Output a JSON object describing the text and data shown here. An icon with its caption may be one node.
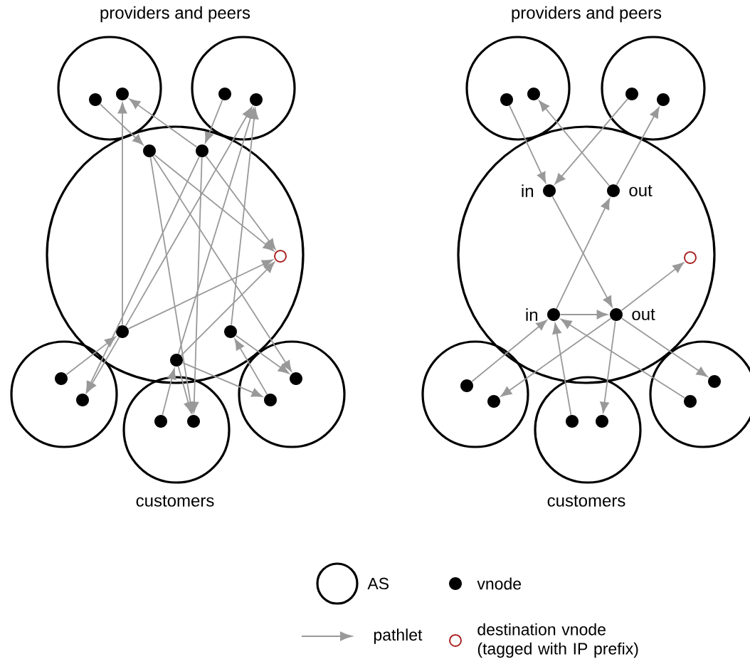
{
  "diagram": {
    "nodes": [
      {
        "text": [],
        "shape": "circle"
      },
      {
        "text": [],
        "shape": "dot",
        "in": 0
      },
      {
        "text": [],
        "shape": "dot",
        "in": 0
      },
      {
        "text": [],
        "shape": "circle"
      },
      {
        "text": [],
        "shape": "dot",
        "in": 3
      },
      {
        "text": [],
        "shape": "dot",
        "in": 3
      },
      {
        "text": [],
        "shape": "circle"
      },
      {
        "text": [],
        "shape": "dot",
        "in": 6
      },
      {
        "text": [],
        "shape": "dot",
        "in": 6
      },
      {
        "text": [],
        "shape": "ring",
        "in": 6
      },
      {
        "text": [],
        "shape": "dot",
        "in": 6
      },
      {
        "text": [],
        "shape": "dot",
        "in": 6
      },
      {
        "text": [],
        "shape": "dot",
        "in": 6
      },
      {
        "text": [],
        "shape": "circle"
      },
      {
        "text": [],
        "shape": "dot",
        "in": 13
      },
      {
        "text": [],
        "shape": "dot",
        "in": 13
      },
      {
        "text": [],
        "shape": "circle"
      },
      {
        "text": [],
        "shape": "dot",
        "in": 16
      },
      {
        "text": [],
        "shape": "dot",
        "in": 16
      },
      {
        "text": [],
        "shape": "circle"
      },
      {
        "text": [],
        "shape": "dot",
        "in": 19
      },
      {
        "text": [],
        "shape": "dot",
        "in": 19
      },
      {
        "text": [],
        "shape": "circle"
      },
      {
        "text": [],
        "shape": "dot",
        "in": 22
      },
      {
        "text": [],
        "shape": "dot",
        "in": 22
      },
      {
        "text": [],
        "shape": "circle"
      },
      {
        "text": [],
        "shape": "dot",
        "in": 25
      },
      {
        "text": [],
        "shape": "dot",
        "in": 25
      },
      {
        "text": [],
        "shape": "circle"
      },
      {
        "text": [],
        "shape": "dot",
        "in": 28,
        "beside": [
          "in"
        ]
      },
      {
        "text": [],
        "shape": "dot",
        "in": 28,
        "beside": [
          "out"
        ]
      },
      {
        "text": [],
        "shape": "ring",
        "in": 28
      },
      {
        "text": [],
        "shape": "dot",
        "in": 28,
        "beside": [
          "in"
        ]
      },
      {
        "text": [],
        "shape": "dot",
        "in": 28,
        "beside": [
          "out"
        ]
      },
      {
        "text": [],
        "shape": "circle"
      },
      {
        "text": [],
        "shape": "dot",
        "in": 34
      },
      {
        "text": [],
        "shape": "dot",
        "in": 34
      },
      {
        "text": [],
        "shape": "circle"
      },
      {
        "text": [],
        "shape": "dot",
        "in": 37
      },
      {
        "text": [],
        "shape": "dot",
        "in": 37
      },
      {
        "text": [],
        "shape": "circle"
      },
      {
        "text": [],
        "shape": "dot",
        "in": 40
      },
      {
        "text": [],
        "shape": "dot",
        "in": 40
      }
    ],
    "edges": [
      {
        "from": 1,
        "to": 7,
        "arrow": "to"
      },
      {
        "from": 4,
        "to": 8,
        "arrow": "to"
      },
      {
        "from": 10,
        "to": 2,
        "arrow": "to"
      },
      {
        "from": 8,
        "to": 2,
        "arrow": "to"
      },
      {
        "from": 10,
        "to": 5,
        "arrow": "to"
      },
      {
        "from": 12,
        "to": 5,
        "arrow": "to"
      },
      {
        "from": 11,
        "to": 5,
        "arrow": "to"
      },
      {
        "from": 7,
        "to": 9,
        "arrow": "to"
      },
      {
        "from": 8,
        "to": 9,
        "arrow": "to"
      },
      {
        "from": 10,
        "to": 9,
        "arrow": "to"
      },
      {
        "from": 12,
        "to": 9,
        "arrow": "to"
      },
      {
        "from": 7,
        "to": 18,
        "arrow": "to"
      },
      {
        "from": 7,
        "to": 20,
        "arrow": "to"
      },
      {
        "from": 8,
        "to": 15,
        "arrow": "to"
      },
      {
        "from": 8,
        "to": 18,
        "arrow": "to"
      },
      {
        "from": 14,
        "to": 10,
        "arrow": "to"
      },
      {
        "from": 10,
        "to": 15,
        "arrow": "to"
      },
      {
        "from": 17,
        "to": 12,
        "arrow": "to"
      },
      {
        "from": 12,
        "to": 18,
        "arrow": "to"
      },
      {
        "from": 21,
        "to": 11,
        "arrow": "to"
      },
      {
        "from": 11,
        "to": 20,
        "arrow": "to"
      },
      {
        "from": 12,
        "to": 21,
        "arrow": "to"
      },
      {
        "from": 23,
        "to": 29,
        "arrow": "to"
      },
      {
        "from": 26,
        "to": 29,
        "arrow": "to"
      },
      {
        "from": 30,
        "to": 24,
        "arrow": "to"
      },
      {
        "from": 30,
        "to": 27,
        "arrow": "to"
      },
      {
        "from": 29,
        "to": 33,
        "arrow": "to"
      },
      {
        "from": 32,
        "to": 30,
        "arrow": "to"
      },
      {
        "from": 32,
        "to": 33,
        "arrow": "to"
      },
      {
        "from": 33,
        "to": 31,
        "arrow": "to"
      },
      {
        "from": 33,
        "to": 36,
        "arrow": "to"
      },
      {
        "from": 33,
        "to": 39,
        "arrow": "to"
      },
      {
        "from": 33,
        "to": 42,
        "arrow": "to"
      },
      {
        "from": 35,
        "to": 32,
        "arrow": "to"
      },
      {
        "from": 38,
        "to": 32,
        "arrow": "to"
      },
      {
        "from": 41,
        "to": 32,
        "arrow": "to"
      }
    ],
    "labels": [
      "providers and peers",
      "providers and peers",
      "customers",
      "customers"
    ],
    "legend": [
      {
        "text": "AS"
      },
      {
        "text": "vnode"
      },
      {
        "text": "pathlet"
      },
      {
        "text": "destination vnode (tagged with IP prefix)"
      }
    ]
  }
}
